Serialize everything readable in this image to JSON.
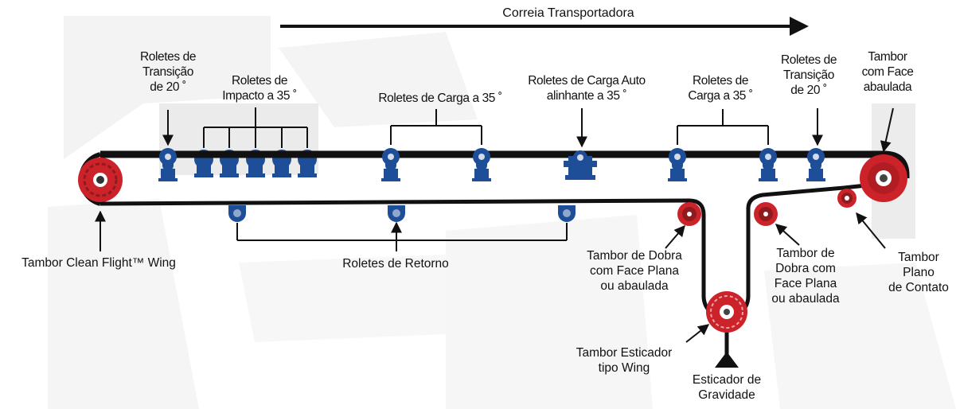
{
  "title": "Correia Transportadora",
  "labels": {
    "transition_left": [
      "Roletes de",
      "Transição",
      "de  20 ˚"
    ],
    "impact": [
      "Roletes de",
      "Impacto a 35 ˚"
    ],
    "carry_1": [
      "Roletes de Carga a 35 ˚"
    ],
    "self_align": [
      "Roletes de Carga Auto",
      "alinhante a 35 ˚"
    ],
    "carry_2": [
      "Roletes de",
      "Carga a 35 ˚"
    ],
    "transition_right": [
      "Roletes de",
      "Transição",
      "de  20 ˚"
    ],
    "head_pulley": [
      "Tambor",
      "com Face",
      "abaulada"
    ],
    "tail_pulley": [
      "Tambor Clean Flight™ Wing"
    ],
    "return": [
      "Roletes de Retorno"
    ],
    "bend_left": [
      "Tambor de Dobra",
      "com Face Plana",
      "ou abaulada"
    ],
    "bend_right": [
      "Tambor de",
      "Dobra com",
      "Face Plana",
      "ou abaulada"
    ],
    "snub": [
      "Tambor",
      "Plano",
      "de Contato"
    ],
    "take_up": [
      "Tambor Esticador",
      "tipo Wing"
    ],
    "gravity": [
      "Esticador de",
      "Gravidade"
    ]
  },
  "colors": {
    "belt": "#111111",
    "idler_blue": "#1f4e98",
    "pulley_red": "#cc2229",
    "pulley_dark": "#8f1b1f",
    "text": "#111111"
  }
}
